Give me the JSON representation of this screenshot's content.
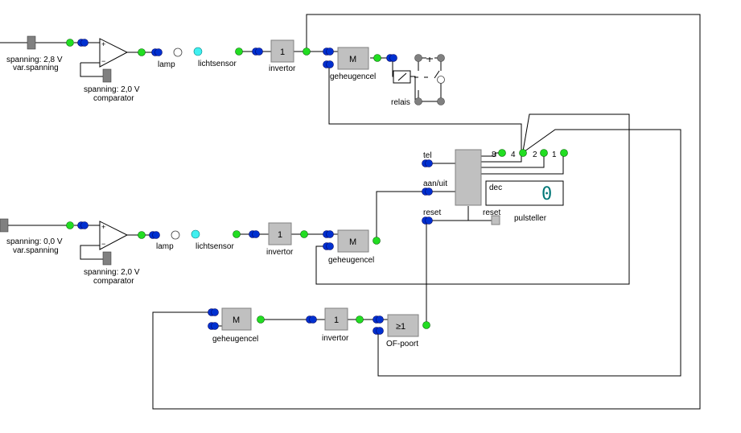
{
  "accent_colors": {
    "input_connector": "#0030d0",
    "output_connector": "#22dd22",
    "block_fill": "#c0c0c0",
    "display_digit": "#007777"
  },
  "row1": {
    "slider_label": "spanning: 2,8 V",
    "slider_sub": "var.spanning",
    "comp_label": "spanning: 2,0 V",
    "comp_sub": "comparator",
    "lamp": "lamp",
    "sensor": "lichtsensor",
    "invertor_symbol": "1",
    "invertor_label": "invertor",
    "memory_symbol": "M",
    "memory_label": "geheugencel",
    "relay_label": "relais"
  },
  "row2": {
    "slider_label": "spanning: 0,0 V",
    "slider_sub": "var.spanning",
    "comp_label": "spanning: 2,0 V",
    "comp_sub": "comparator",
    "lamp": "lamp",
    "sensor": "lichtsensor",
    "invertor_symbol": "1",
    "invertor_label": "invertor",
    "memory_symbol": "M",
    "memory_label": "geheugencel"
  },
  "counter": {
    "input_tel": "tel",
    "input_aan_uit": "aan/uit",
    "input_reset": "reset",
    "bit8": "8",
    "bit4": "4",
    "bit2": "2",
    "bit1": "1",
    "dec_label": "dec",
    "dec_value": "0",
    "reset_button_label": "reset",
    "label": "pulsteller"
  },
  "row3": {
    "memory_symbol": "M",
    "memory_label": "geheugencel",
    "invertor_symbol": "1",
    "invertor_label": "invertor",
    "or_symbol": "≥1",
    "or_label": "OF-poort"
  }
}
